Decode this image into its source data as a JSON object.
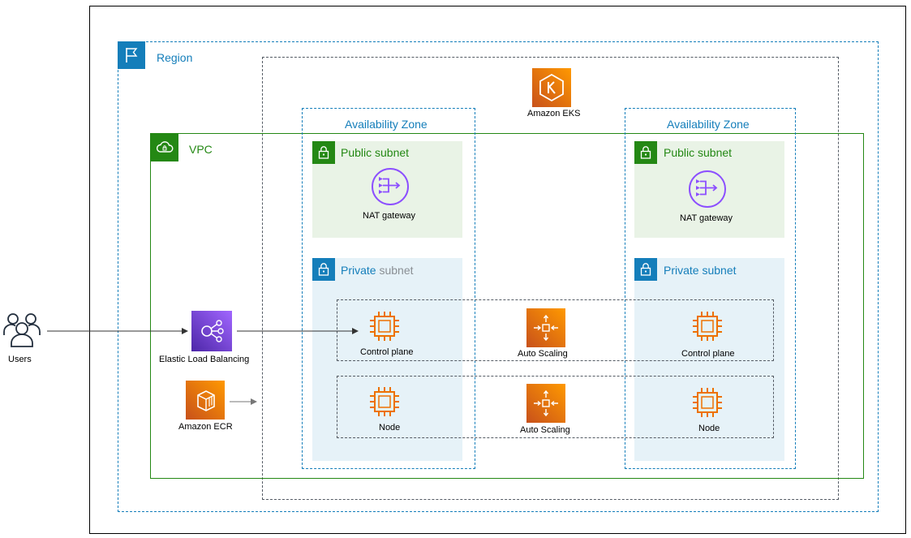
{
  "users": {
    "label": "Users"
  },
  "region": {
    "label": "Region"
  },
  "vpc": {
    "label": "VPC"
  },
  "eks": {
    "label": "Amazon EKS"
  },
  "elb": {
    "label": "Elastic Load Balancing"
  },
  "ecr": {
    "label": "Amazon ECR"
  },
  "zones": [
    {
      "label": "Availability Zone",
      "public_subnet": "Public subnet",
      "nat_label": "NAT gateway",
      "private_subnet_a": "Private",
      "private_subnet_b": "subnet",
      "control_plane": "Control plane",
      "node": "Node"
    },
    {
      "label": "Availability Zone",
      "public_subnet": "Public subnet",
      "nat_label": "NAT gateway",
      "private_subnet": "Private subnet",
      "control_plane": "Control plane",
      "node": "Node"
    }
  ],
  "auto_scaling": [
    "Auto Scaling",
    "Auto Scaling"
  ],
  "colors": {
    "region": "#147eba",
    "vpc": "#248814",
    "public_subnet_bg": "#e9f3e6",
    "private_subnet_bg": "#e6f2f8",
    "compute": "#ed7100",
    "network": "#8c4fff"
  }
}
